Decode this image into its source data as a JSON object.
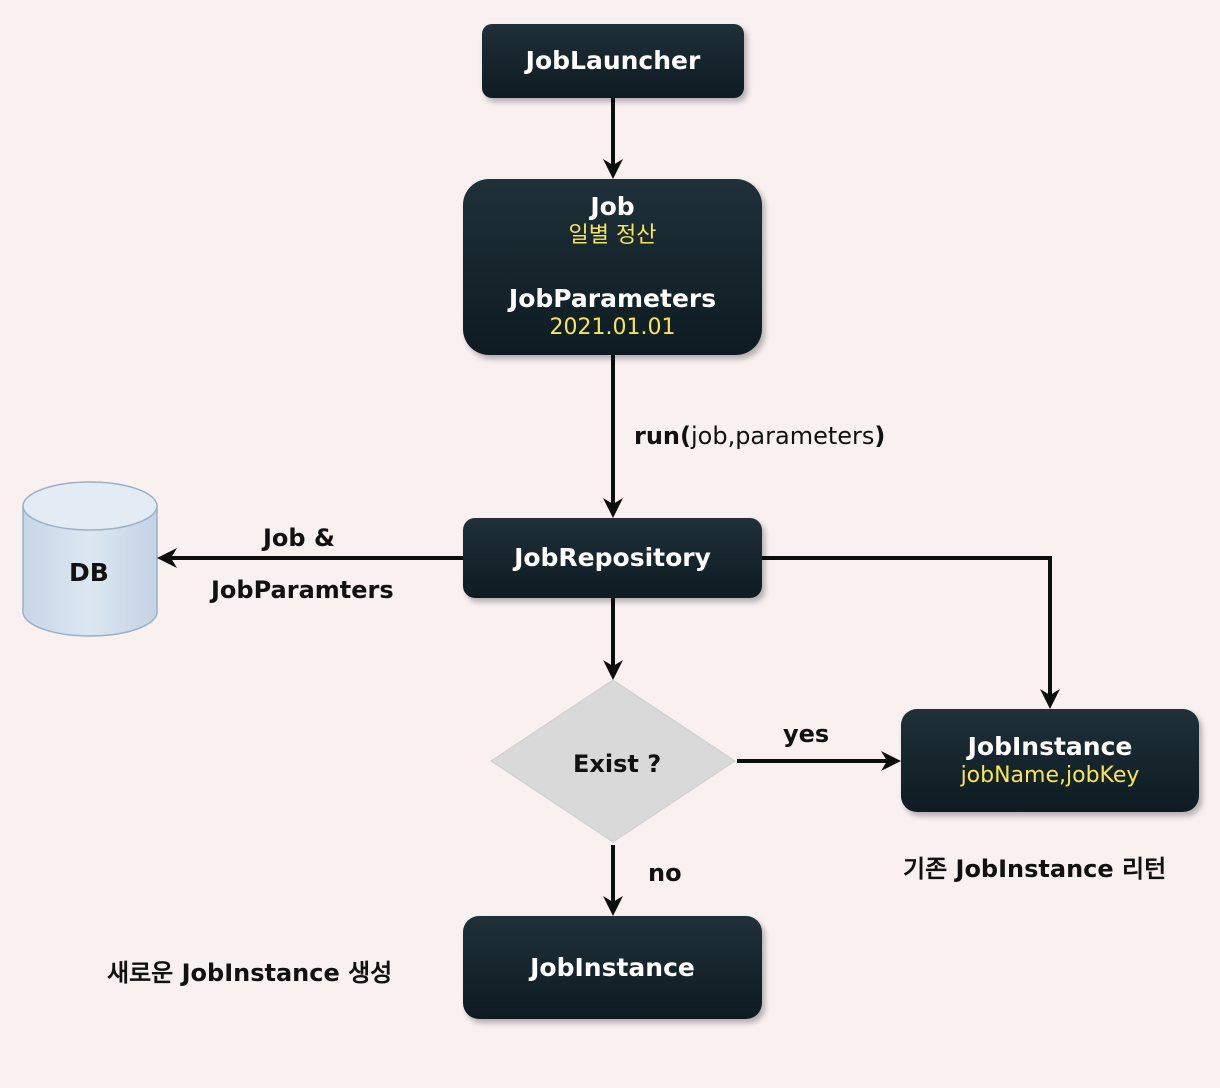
{
  "nodes": {
    "job_launcher": {
      "title": "JobLauncher"
    },
    "job": {
      "title": "Job",
      "subtitle": "일별 정산",
      "params_title": "JobParameters",
      "params_value": "2021.01.01"
    },
    "job_repository": {
      "title": "JobRepository"
    },
    "db": {
      "label": "DB"
    },
    "decision": {
      "label": "Exist ?"
    },
    "job_instance_existing": {
      "title": "JobInstance",
      "subtitle": "jobName,jobKey"
    },
    "job_instance_new": {
      "title": "JobInstance"
    }
  },
  "edges": {
    "run": {
      "method": "run",
      "open": "(",
      "args": "job,parameters",
      "close": ")"
    },
    "to_db_line1": "Job &",
    "to_db_line2": "JobParamters",
    "yes": "yes",
    "no": "no"
  },
  "captions": {
    "existing": "기존 JobInstance 리턴",
    "new": "새로운 JobInstance 생성"
  },
  "colors": {
    "background": "#f9f0f0",
    "node_fill": "#13222a",
    "node_text": "#ffffff",
    "highlight_text": "#f6e45a",
    "db_fill": "#d3e0ed",
    "decision_fill": "#d8d8d8"
  }
}
